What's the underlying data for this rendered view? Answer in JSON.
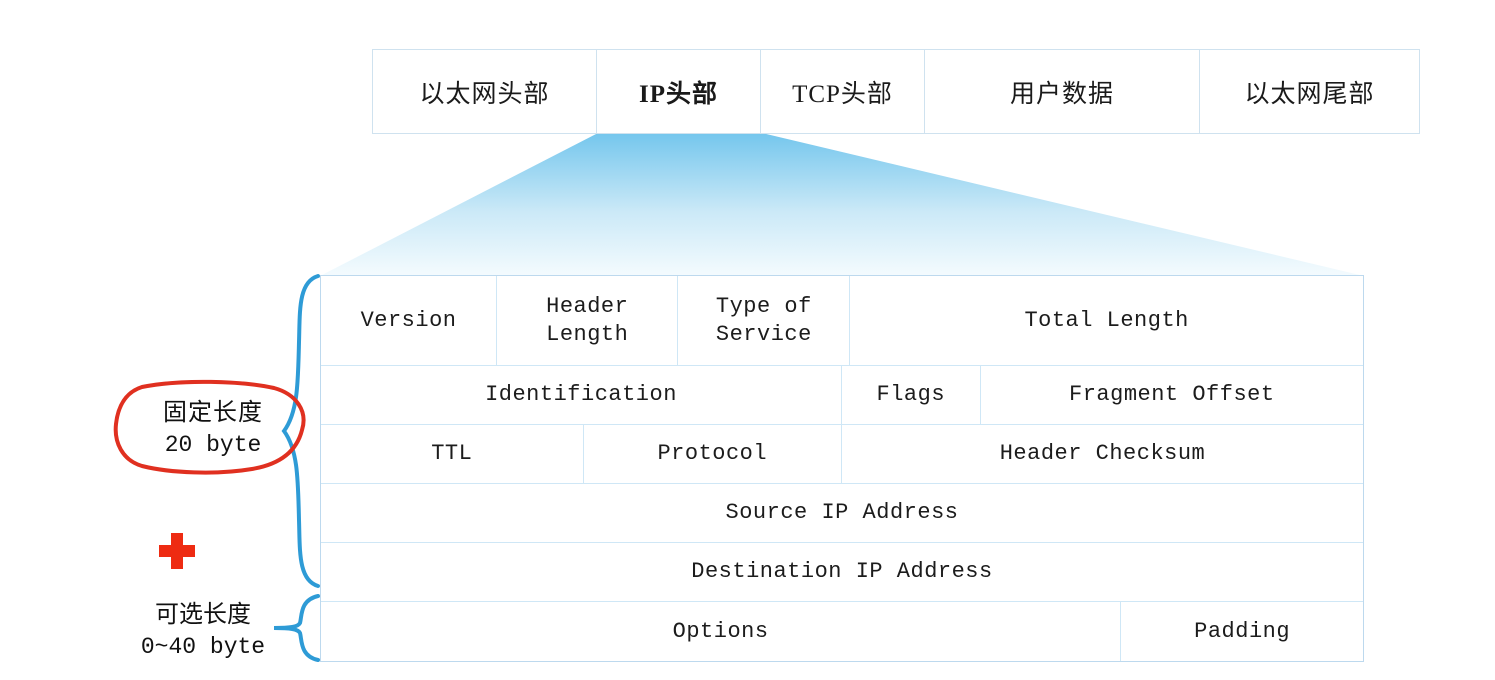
{
  "diagram": {
    "title": "IP header structure",
    "colors": {
      "funnel_top": "#6ec4ec",
      "funnel_bottom": "#f2fafd",
      "table_border": "#cfe7f6",
      "brace": "#2e9bd6",
      "annotation_red": "#e03020",
      "text": "#1c1c1c"
    }
  },
  "frame_bar": {
    "name": "encapsulation-bar",
    "cells": [
      {
        "label": "以太网头部",
        "emphasis": false
      },
      {
        "label": "IP头部",
        "emphasis": true
      },
      {
        "label": "TCP头部",
        "emphasis": false
      },
      {
        "label": "用户数据",
        "emphasis": false
      },
      {
        "label": "以太网尾部",
        "emphasis": false
      }
    ]
  },
  "ip_header": {
    "rows": [
      {
        "name": "row-word-1",
        "cells": [
          {
            "label": "Version",
            "width_pct": 16.9
          },
          {
            "label": "Header\nLength",
            "width_pct": 17.4
          },
          {
            "label": "Type of\nService",
            "width_pct": 16.5
          },
          {
            "label": "Total Length",
            "width_pct": 49.2
          }
        ]
      },
      {
        "name": "row-word-2",
        "cells": [
          {
            "label": "Identification",
            "width_pct": 50.0
          },
          {
            "label": "Flags",
            "width_pct": 13.3
          },
          {
            "label": "Fragment Offset",
            "width_pct": 36.7
          }
        ]
      },
      {
        "name": "row-word-3",
        "cells": [
          {
            "label": "TTL",
            "width_pct": 25.2
          },
          {
            "label": "Protocol",
            "width_pct": 24.8
          },
          {
            "label": "Header Checksum",
            "width_pct": 50.0
          }
        ]
      },
      {
        "name": "row-word-4",
        "cells": [
          {
            "label": "Source IP Address",
            "width_pct": 100
          }
        ]
      },
      {
        "name": "row-word-5",
        "cells": [
          {
            "label": "Destination IP Address",
            "width_pct": 100
          }
        ]
      },
      {
        "name": "row-word-6",
        "cells": [
          {
            "label": "Options",
            "width_pct": 76.8
          },
          {
            "label": "Padding",
            "width_pct": 23.2
          }
        ]
      }
    ]
  },
  "annotations": {
    "fixed": {
      "line1": "固定长度",
      "line2": "20 byte"
    },
    "optional": {
      "line1": "可选长度",
      "line2": "0~40 byte"
    },
    "plus_icon": "plus-icon"
  }
}
